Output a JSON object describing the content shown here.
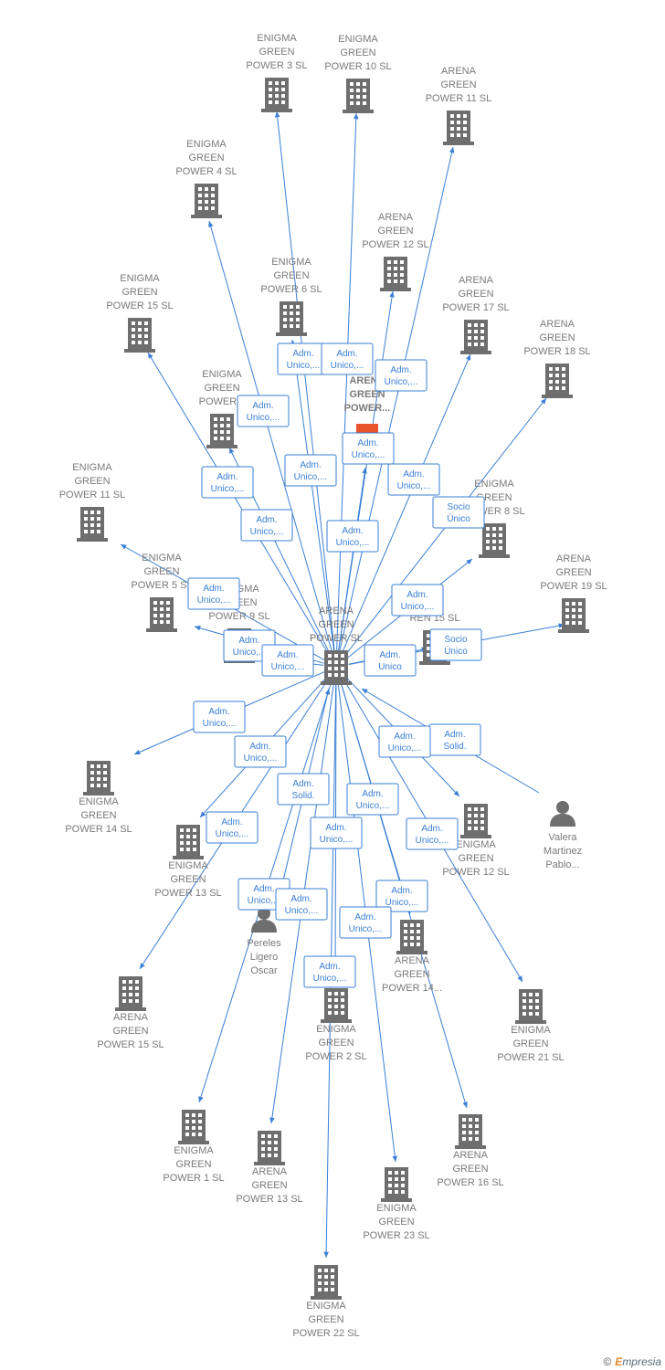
{
  "colors": {
    "edge": "#3a7fd5",
    "building": "#6e6e6e",
    "person": "#6e6e6e",
    "highlight": "#e8532a"
  },
  "footer": {
    "copyright_symbol": "©",
    "brand_initial": "E",
    "brand_rest": "mpresia"
  },
  "nodes": [
    {
      "id": "center",
      "kind": "building",
      "lines": [
        "ARENA",
        "GREEN",
        "POWER  SL"
      ],
      "center": true
    },
    {
      "id": "eg3",
      "kind": "building",
      "lines": [
        "ENIGMA",
        "GREEN",
        "POWER 3  SL"
      ]
    },
    {
      "id": "eg10",
      "kind": "building",
      "lines": [
        "ENIGMA",
        "GREEN",
        "POWER 10  SL"
      ]
    },
    {
      "id": "ag11",
      "kind": "building",
      "lines": [
        "ARENA",
        "GREEN",
        "POWER 11  SL"
      ]
    },
    {
      "id": "eg4",
      "kind": "building",
      "lines": [
        "ENIGMA",
        "GREEN",
        "POWER 4  SL"
      ]
    },
    {
      "id": "ag12top",
      "kind": "building",
      "lines": [
        "ARENA",
        "GREEN",
        "POWER 12  SL"
      ]
    },
    {
      "id": "eg6",
      "kind": "building",
      "lines": [
        "ENIGMA",
        "GREEN",
        "POWER 6  SL"
      ]
    },
    {
      "id": "eg15",
      "kind": "building",
      "lines": [
        "ENIGMA",
        "GREEN",
        "POWER 15  SL"
      ]
    },
    {
      "id": "ag17",
      "kind": "building",
      "lines": [
        "ARENA",
        "GREEN",
        "POWER 17  SL"
      ]
    },
    {
      "id": "ag18",
      "kind": "building",
      "lines": [
        "ARENA",
        "GREEN",
        "POWER 18  SL"
      ]
    },
    {
      "id": "eg7",
      "kind": "building",
      "lines": [
        "ENIGMA",
        "GREEN",
        "POWER 7"
      ]
    },
    {
      "id": "agpower",
      "kind": "building",
      "lines": [
        "ARENA",
        "GREEN",
        "POWER..."
      ],
      "highlight": true
    },
    {
      "id": "eg11",
      "kind": "building",
      "lines": [
        "ENIGMA",
        "GREEN",
        "POWER 11  SL"
      ]
    },
    {
      "id": "eg8",
      "kind": "building",
      "lines": [
        "ENIGMA",
        "GREEN",
        "POWER 8  SL"
      ]
    },
    {
      "id": "eg5",
      "kind": "building",
      "lines": [
        "ENIGMA",
        "GREEN",
        "POWER 5  SL"
      ]
    },
    {
      "id": "eg9",
      "kind": "building",
      "lines": [
        "ENIGMA",
        "GREEN",
        "POWER 9  SL"
      ]
    },
    {
      "id": "ren15",
      "kind": "building",
      "lines": [
        "K",
        "R",
        "REN 15  SL"
      ]
    },
    {
      "id": "ag19",
      "kind": "building",
      "lines": [
        "ARENA",
        "GREEN",
        "POWER 19  SL"
      ]
    },
    {
      "id": "eg14",
      "kind": "building",
      "lines": [
        "ENIGMA",
        "GREEN",
        "POWER 14  SL"
      ]
    },
    {
      "id": "valera",
      "kind": "person",
      "lines": [
        "Valera",
        "Martinez",
        "Pablo..."
      ]
    },
    {
      "id": "eg13",
      "kind": "building",
      "lines": [
        "ENIGMA",
        "GREEN",
        "POWER 13  SL"
      ]
    },
    {
      "id": "ag12b",
      "kind": "building",
      "lines": [
        "ENIGMA",
        "GREEN",
        "POWER 12  SL"
      ]
    },
    {
      "id": "pereles",
      "kind": "person",
      "lines": [
        "Pereles",
        "Ligero",
        "Oscar"
      ]
    },
    {
      "id": "ag14",
      "kind": "building",
      "lines": [
        "ARENA",
        "GREEN",
        "POWER 14..."
      ]
    },
    {
      "id": "ag15",
      "kind": "building",
      "lines": [
        "ARENA",
        "GREEN",
        "POWER 15  SL"
      ]
    },
    {
      "id": "eg2",
      "kind": "building",
      "lines": [
        "ENIGMA",
        "GREEN",
        "POWER 2  SL"
      ]
    },
    {
      "id": "eg21",
      "kind": "building",
      "lines": [
        "ENIGMA",
        "GREEN",
        "POWER 21  SL"
      ]
    },
    {
      "id": "eg1",
      "kind": "building",
      "lines": [
        "ENIGMA",
        "GREEN",
        "POWER 1  SL"
      ]
    },
    {
      "id": "ag13",
      "kind": "building",
      "lines": [
        "ARENA",
        "GREEN",
        "POWER 13  SL"
      ]
    },
    {
      "id": "ag16",
      "kind": "building",
      "lines": [
        "ARENA",
        "GREEN",
        "POWER 16  SL"
      ]
    },
    {
      "id": "eg23",
      "kind": "building",
      "lines": [
        "ENIGMA",
        "GREEN",
        "POWER 23  SL"
      ]
    },
    {
      "id": "eg22",
      "kind": "building",
      "lines": [
        "ENIGMA",
        "GREEN",
        "POWER 22  SL"
      ]
    }
  ],
  "edges": [
    {
      "from": "center",
      "to": "eg3",
      "lines": [
        "Adm.",
        "Unico,..."
      ]
    },
    {
      "from": "center",
      "to": "eg10",
      "lines": [
        "Adm.",
        "Unico,..."
      ]
    },
    {
      "from": "center",
      "to": "ag11",
      "lines": [
        "Adm.",
        "Unico,..."
      ]
    },
    {
      "from": "center",
      "to": "eg4",
      "lines": [
        "Adm.",
        "Unico,..."
      ]
    },
    {
      "from": "center",
      "to": "ag12top",
      "lines": [
        "Adm.",
        "Unico,..."
      ]
    },
    {
      "from": "center",
      "to": "eg6",
      "lines": [
        "Adm.",
        "Unico,..."
      ]
    },
    {
      "from": "center",
      "to": "eg15",
      "lines": [
        "Adm.",
        "Unico,..."
      ]
    },
    {
      "from": "center",
      "to": "ag17",
      "lines": [
        "Adm.",
        "Unico,..."
      ]
    },
    {
      "from": "center",
      "to": "ag18",
      "lines": [
        "Socio",
        "Único"
      ]
    },
    {
      "from": "center",
      "to": "eg7",
      "lines": [
        "Adm.",
        "Unico,..."
      ]
    },
    {
      "from": "center",
      "to": "agpower",
      "lines": [
        "Adm.",
        "Unico,..."
      ]
    },
    {
      "from": "center",
      "to": "eg11",
      "lines": [
        "Adm.",
        "Unico,..."
      ]
    },
    {
      "from": "center",
      "to": "eg8",
      "lines": [
        "Adm.",
        "Unico,..."
      ]
    },
    {
      "from": "center",
      "to": "eg5",
      "lines": [
        "Adm.",
        "Unico,..."
      ]
    },
    {
      "from": "center",
      "to": "eg9",
      "lines": [
        "Adm.",
        "Unico,..."
      ]
    },
    {
      "from": "center",
      "to": "ag19",
      "lines": [
        "Socio",
        "Único"
      ]
    },
    {
      "from": "center",
      "to": "ren15",
      "lines": [
        "Adm.",
        "Unico"
      ]
    },
    {
      "from": "center",
      "to": "eg14",
      "lines": [
        "Adm.",
        "Unico,..."
      ]
    },
    {
      "from": "valera",
      "to": "center",
      "lines": [
        "Adm.",
        "Solid."
      ]
    },
    {
      "from": "center",
      "to": "ag12b",
      "lines": [
        "Adm.",
        "Unico,..."
      ]
    },
    {
      "from": "center",
      "to": "eg13",
      "lines": [
        "Adm.",
        "Unico,..."
      ]
    },
    {
      "from": "pereles",
      "to": "center",
      "lines": [
        "Adm.",
        "Solid."
      ]
    },
    {
      "from": "center",
      "to": "ag14",
      "lines": [
        "Adm.",
        "Unico,..."
      ]
    },
    {
      "from": "center",
      "to": "ag15",
      "lines": [
        "Adm.",
        "Unico,..."
      ]
    },
    {
      "from": "center",
      "to": "eg2",
      "lines": [
        "Adm.",
        "Unico,..."
      ]
    },
    {
      "from": "center",
      "to": "eg21",
      "lines": [
        "Adm.",
        "Unico,..."
      ]
    },
    {
      "from": "center",
      "to": "eg1",
      "lines": [
        "Adm.",
        "Unico,..."
      ]
    },
    {
      "from": "center",
      "to": "ag13",
      "lines": [
        "Adm.",
        "Unico,..."
      ]
    },
    {
      "from": "center",
      "to": "ag16",
      "lines": [
        "Adm.",
        "Unico,..."
      ]
    },
    {
      "from": "center",
      "to": "eg23",
      "lines": [
        "Adm.",
        "Unico,..."
      ]
    },
    {
      "from": "center",
      "to": "eg22",
      "lines": [
        "Adm.",
        "Unico,..."
      ]
    }
  ]
}
